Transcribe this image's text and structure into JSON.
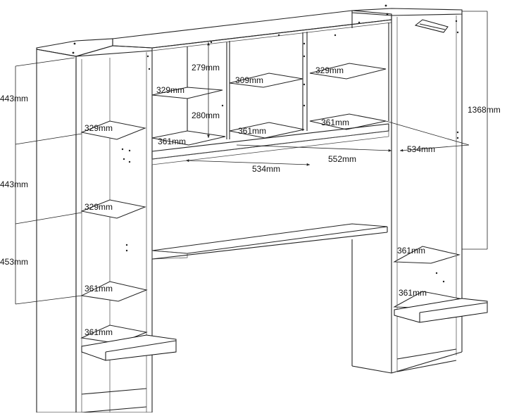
{
  "diagram": {
    "left_column": {
      "heights": [
        "443mm",
        "443mm",
        "453mm"
      ],
      "shelf_widths": [
        "329mm",
        "329mm",
        "361mm",
        "361mm"
      ]
    },
    "bridge": {
      "shelf_heights": [
        "279mm",
        "280mm"
      ],
      "shelf_widths": [
        "329mm",
        "309mm",
        "329mm",
        "361mm",
        "361mm",
        "361mm"
      ],
      "depths": [
        "534mm",
        "552mm"
      ]
    },
    "right_column": {
      "total_height": "1368mm",
      "depth": "534mm",
      "shelf_widths": [
        "361mm",
        "361mm"
      ]
    }
  }
}
